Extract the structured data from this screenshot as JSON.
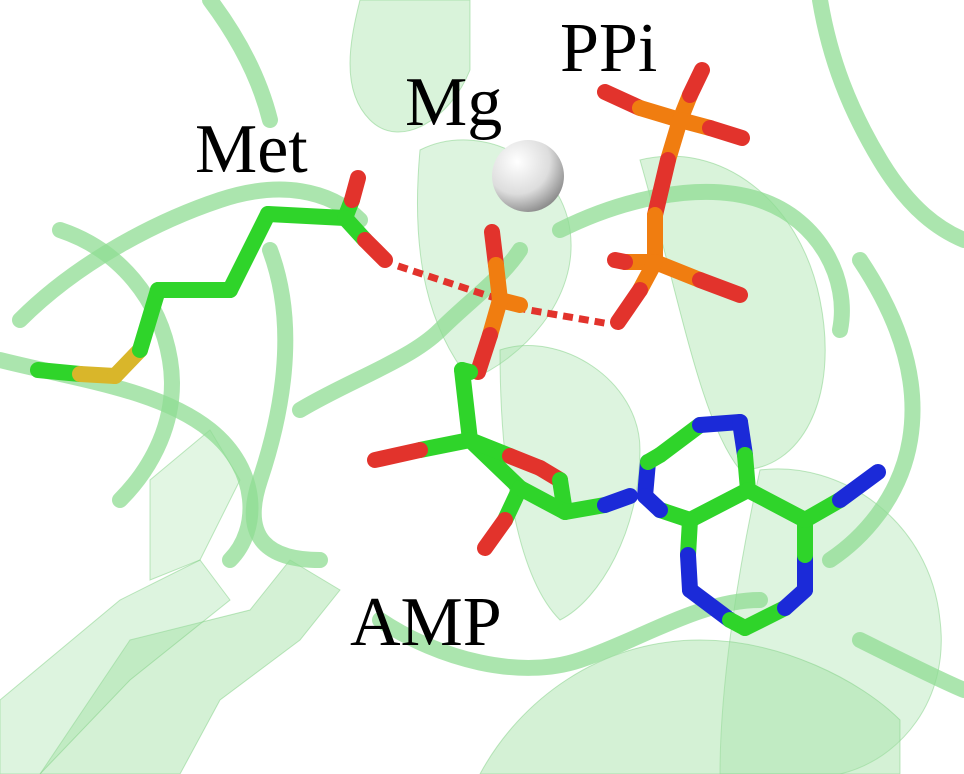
{
  "labels": {
    "met": "Met",
    "mg": "Mg",
    "ppi": "PPi",
    "amp": "AMP"
  },
  "colors": {
    "background": "#ffffff",
    "protein_ribbon": "#8fdc93",
    "carbon": "#2fd42a",
    "oxygen": "#e2332c",
    "nitrogen": "#1b2ad8",
    "phosphorus": "#f07d10",
    "sulfur": "#d9b62a",
    "magnesium": "#e8e8e8",
    "hydrogen_bond": "#e2332c"
  },
  "icons": {
    "magnesium_ion": "sphere",
    "hydrogen_bonds": "dashed-lines"
  }
}
